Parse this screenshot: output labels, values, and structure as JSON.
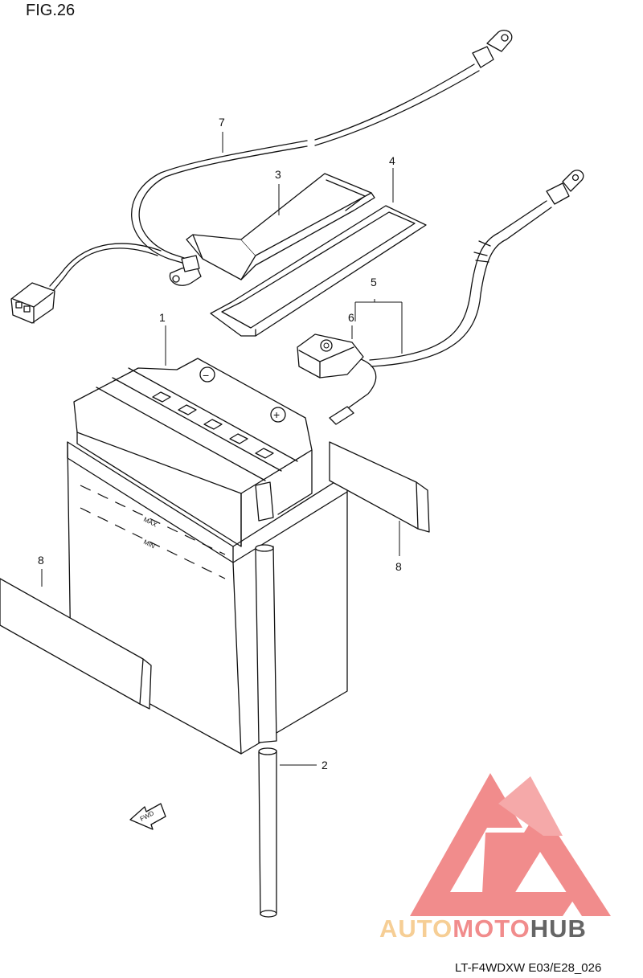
{
  "figure": {
    "title": "FIG.26",
    "model_code": "LT-F4WDXW E03/E28_026"
  },
  "callouts": [
    {
      "id": "battery",
      "label": "1"
    },
    {
      "id": "breather-hose",
      "label": "2"
    },
    {
      "id": "strap-3",
      "label": "3"
    },
    {
      "id": "strap-4",
      "label": "4"
    },
    {
      "id": "cable-group",
      "label": "5"
    },
    {
      "id": "terminal-cover",
      "label": "6"
    },
    {
      "id": "negative-cable",
      "label": "7"
    },
    {
      "id": "pad-right",
      "label": "8"
    },
    {
      "id": "pad-left",
      "label": "8"
    }
  ],
  "battery_markings": {
    "max": "MAX",
    "min": "MIN",
    "negative": "−",
    "positive": "+"
  },
  "fwd_arrow_label": "FWD",
  "watermark": {
    "part1": "AUTO",
    "part2": "MOTO",
    "part3": "HUB",
    "color_primary": "#f08080",
    "color_secondary": "#f6c98a",
    "color_dark": "#555555"
  }
}
